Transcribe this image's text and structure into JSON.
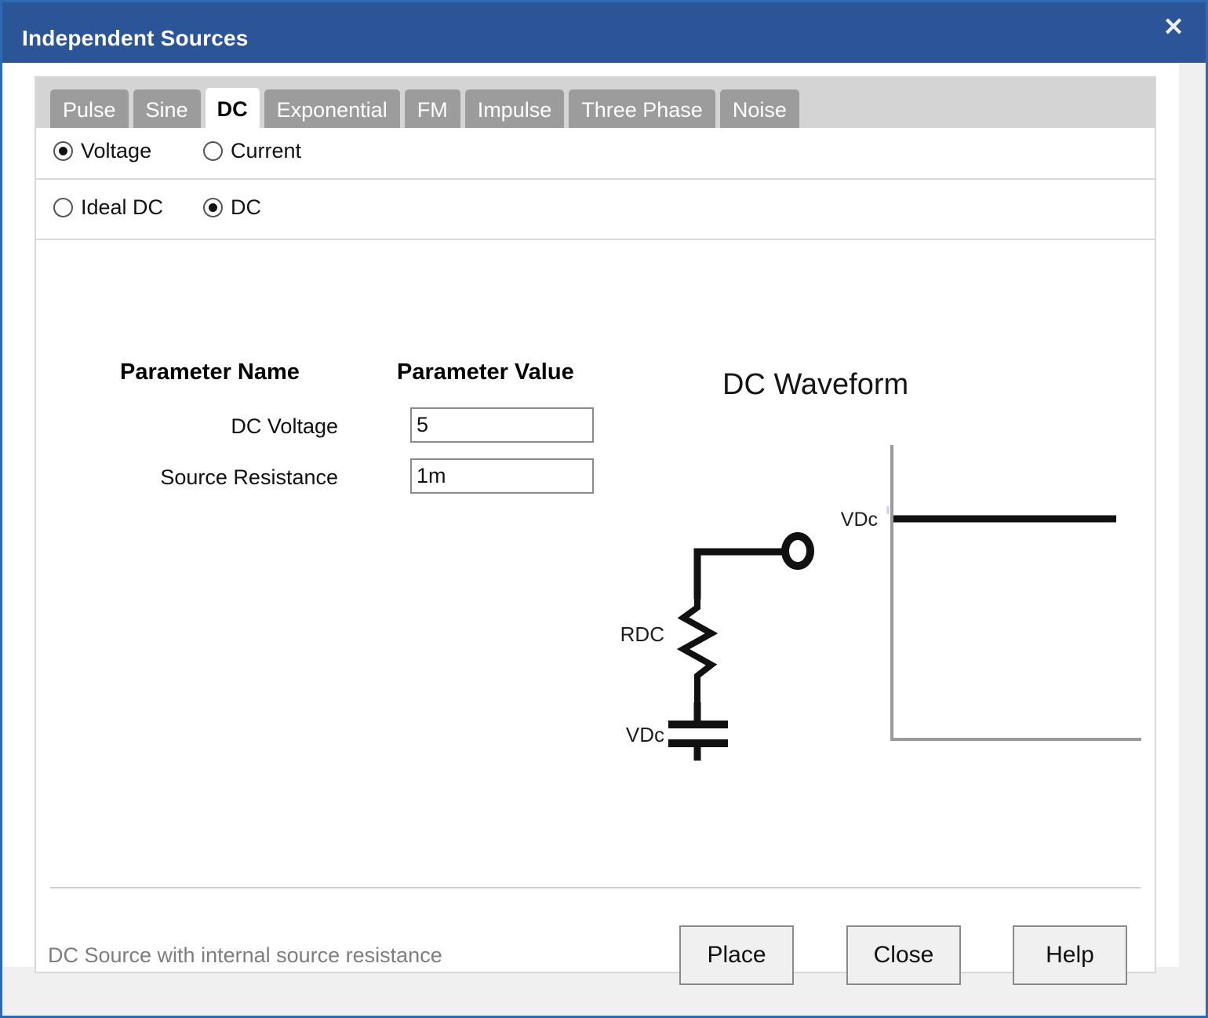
{
  "window": {
    "title": "Independent Sources",
    "close_icon": "close-icon",
    "close_glyph": "✕",
    "accent_color": "#2b5597",
    "border_color": "#2e6ab1"
  },
  "tabs": [
    {
      "label": "Pulse",
      "active": false
    },
    {
      "label": "Sine",
      "active": false
    },
    {
      "label": "DC",
      "active": true
    },
    {
      "label": "Exponential",
      "active": false
    },
    {
      "label": "FM",
      "active": false
    },
    {
      "label": "Impulse",
      "active": false
    },
    {
      "label": "Three Phase",
      "active": false
    },
    {
      "label": "Noise",
      "active": false
    }
  ],
  "source_type": {
    "options": [
      {
        "label": "Voltage",
        "checked": true
      },
      {
        "label": "Current",
        "checked": false
      }
    ]
  },
  "dc_type": {
    "options": [
      {
        "label": "Ideal DC",
        "checked": false
      },
      {
        "label": "DC",
        "checked": true
      }
    ]
  },
  "parameters": {
    "headers": {
      "name": "Parameter Name",
      "value": "Parameter Value"
    },
    "rows": [
      {
        "name": "DC Voltage",
        "value": "5"
      },
      {
        "name": "Source Resistance",
        "value": "1m"
      }
    ]
  },
  "graphic": {
    "title": "DC Waveform",
    "circuit": {
      "resistor_label": "RDC",
      "source_label": "VDc"
    },
    "waveform": {
      "y_label": "VDc",
      "level_color": "#111111",
      "axis_color": "#9a9a9a"
    }
  },
  "footer": {
    "status": "DC Source with internal source resistance",
    "buttons": [
      {
        "label": "Place"
      },
      {
        "label": "Close"
      },
      {
        "label": "Help"
      }
    ]
  }
}
